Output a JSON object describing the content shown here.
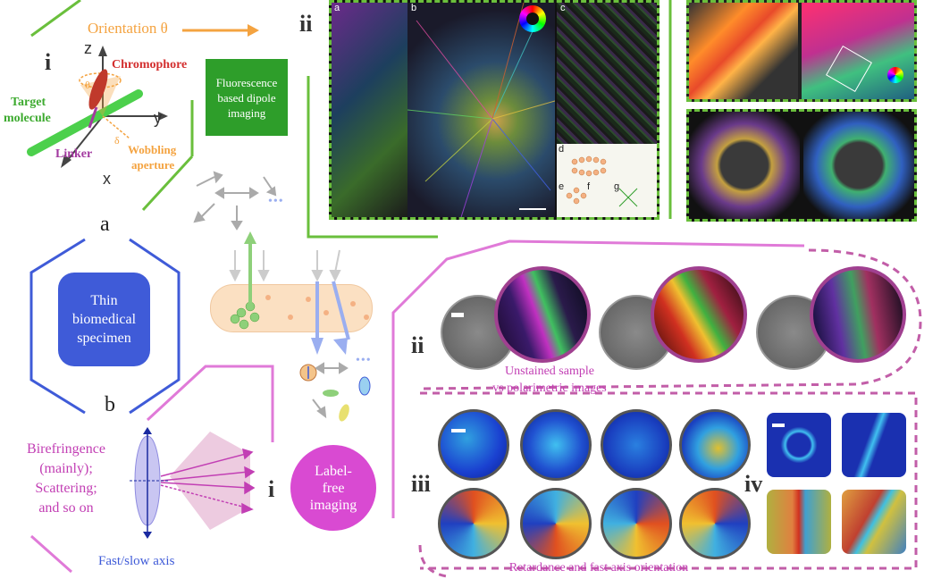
{
  "fluorescence": {
    "orientation_label": "Orientation θ",
    "roman_i": "i",
    "roman_ii": "ii",
    "axes": {
      "z": "z",
      "y": "y",
      "x": "x"
    },
    "chromophore": "Chromophore",
    "target_molecule_line1": "Target",
    "target_molecule_line2": "molecule",
    "linker": "Linker",
    "wobbling_line1": "Wobbling",
    "wobbling_line2": "aperture",
    "theta": "θ",
    "delta": "δ",
    "box_text": [
      "Fluorescence",
      "based dipole",
      "imaging"
    ],
    "microscopy_letters": [
      "a",
      "b",
      "c",
      "d",
      "e",
      "f",
      "g"
    ]
  },
  "center": {
    "label_a": "a",
    "label_b": "b",
    "specimen_text": [
      "Thin",
      "biomedical",
      "specimen"
    ],
    "ellipsis": "•••"
  },
  "labelfree": {
    "roman_i": "i",
    "roman_ii": "ii",
    "roman_iii": "iii",
    "roman_iv": "iv",
    "birefringence_lines": [
      "Birefringence",
      "(mainly);",
      "Scattering;",
      "and so on"
    ],
    "fast_slow_axis": "Fast/slow axis",
    "circle_text": [
      "Label-",
      "free",
      "imaging"
    ],
    "unstained_caption_line1": "Unstained sample",
    "unstained_caption_line2": "vs polarimetric images",
    "retardance_caption": "Retardance and fast axis orientation"
  },
  "colors": {
    "green": "#3daa2f",
    "green_dash": "#6abf3c",
    "blue": "#3f5bd8",
    "magenta": "#c23fb4",
    "orange": "#f4a340"
  }
}
